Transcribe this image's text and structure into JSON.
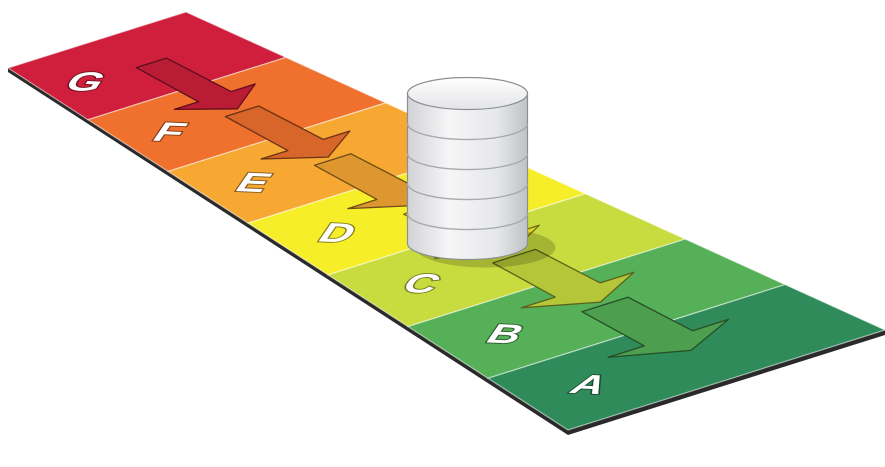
{
  "diagram": {
    "type": "energy-efficiency-rating-scale",
    "grades": [
      {
        "letter": "G",
        "color": "#cf1f3c"
      },
      {
        "letter": "F",
        "color": "#f0702e"
      },
      {
        "letter": "E",
        "color": "#f6a833"
      },
      {
        "letter": "D",
        "color": "#f7ee2a"
      },
      {
        "letter": "C",
        "color": "#c9dc3f"
      },
      {
        "letter": "B",
        "color": "#55b058"
      },
      {
        "letter": "A",
        "color": "#2f8c5a"
      }
    ],
    "highlighted_grade": "C",
    "building_icon": "building-stack-icon",
    "step_icon": "step-arrow-icon"
  }
}
